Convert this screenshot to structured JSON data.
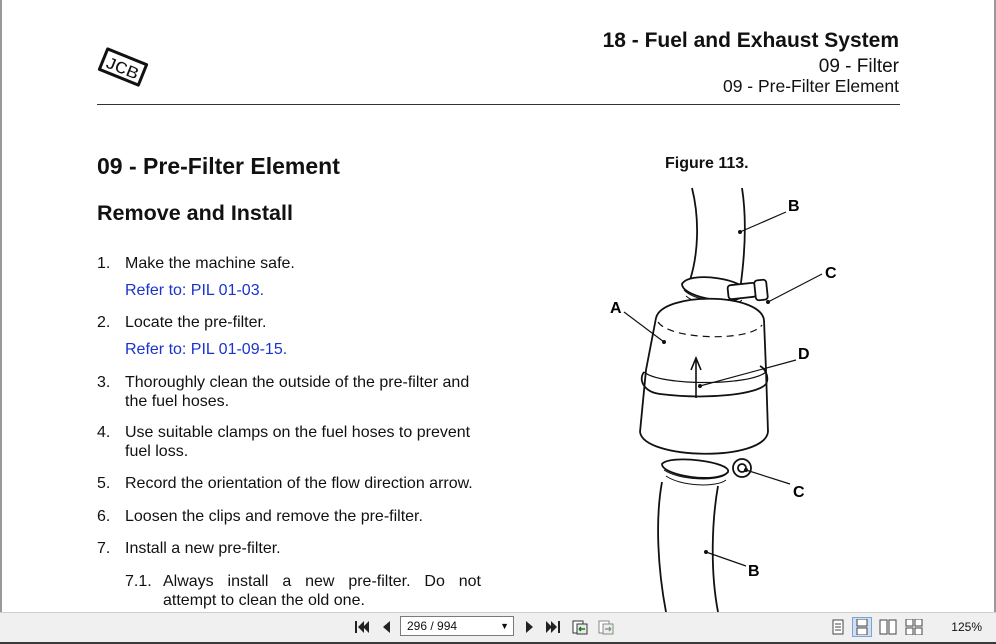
{
  "header": {
    "brand_logo": "JCB",
    "title": "18 - Fuel and Exhaust System",
    "subtitle1": "09 - Filter",
    "subtitle2": "09 - Pre-Filter Element"
  },
  "section_title": "09 - Pre-Filter Element",
  "subsection_title": "Remove and Install",
  "steps": [
    {
      "num": "1.",
      "text": "Make the machine safe.",
      "ref": "Refer to: PIL 01-03."
    },
    {
      "num": "2.",
      "text": "Locate the pre-filter.",
      "ref": "Refer to: PIL 01-09-15."
    },
    {
      "num": "3.",
      "text": "Thoroughly clean the outside of the pre-filter and the fuel hoses."
    },
    {
      "num": "4.",
      "text": "Use suitable clamps on the fuel hoses to prevent fuel loss."
    },
    {
      "num": "5.",
      "text": "Record the orientation of the flow direction arrow."
    },
    {
      "num": "6.",
      "text": "Loosen the clips and remove the pre-filter."
    },
    {
      "num": "7.",
      "text": "Install a new pre-filter."
    }
  ],
  "substeps": [
    {
      "num": "7.1.",
      "text": "Always install a new pre-filter. Do not attempt to clean the old one."
    }
  ],
  "figure": {
    "caption": "Figure 113.",
    "callouts": {
      "a": "A",
      "b_top": "B",
      "c_top": "C",
      "d": "D",
      "c_bottom": "C",
      "b_bottom": "B"
    }
  },
  "toolbar": {
    "page_indicator": "296 / 994",
    "zoom": "125%",
    "icons": [
      "first-page-icon",
      "previous-page-icon",
      "next-page-icon",
      "last-page-icon",
      "go-back-icon",
      "go-forward-icon",
      "single-page-view-icon",
      "continuous-view-icon",
      "facing-view-icon",
      "continuous-facing-view-icon"
    ]
  },
  "colors": {
    "link": "#1a33cc",
    "text": "#111111",
    "toolbar_bg": "#f0f0f0"
  }
}
